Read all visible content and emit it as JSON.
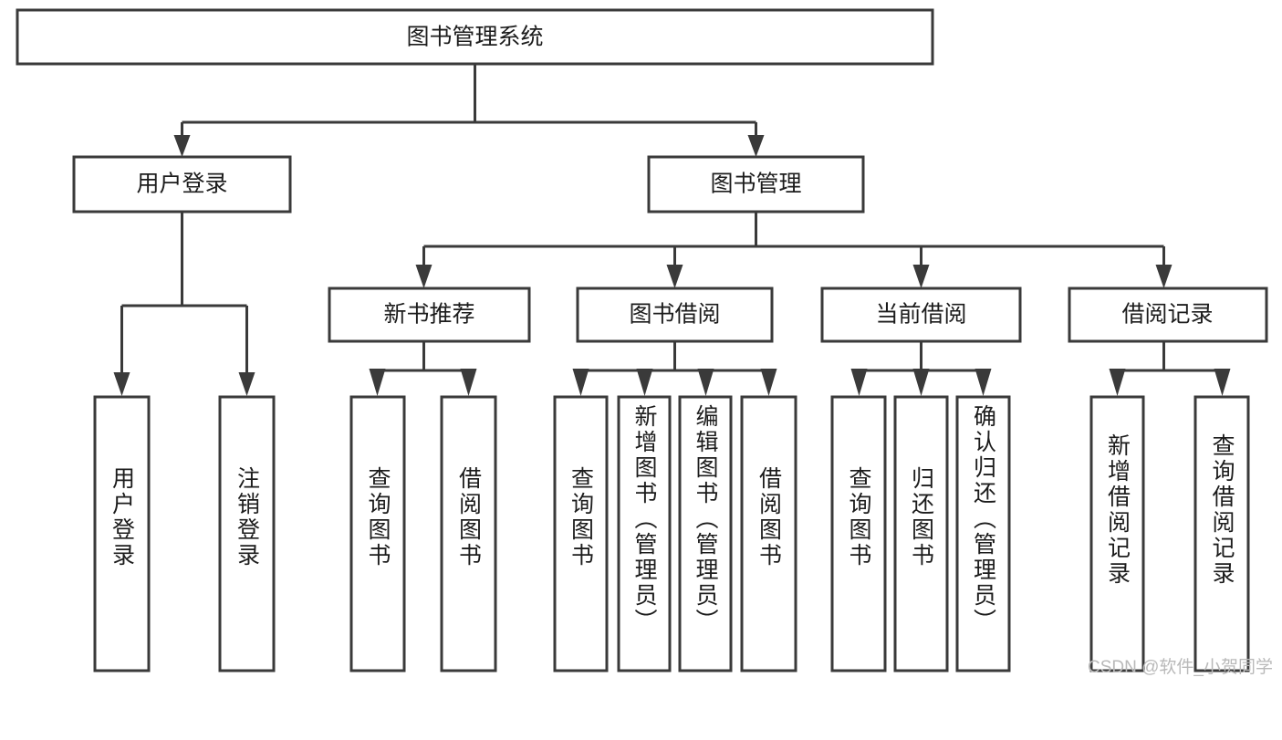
{
  "diagram": {
    "type": "tree",
    "title": "图书管理系统",
    "watermark": "CSDN @软件_小贺同学",
    "orientation": "top-down",
    "colors": {
      "stroke": "#3a3a3a",
      "fill": "#ffffff",
      "text": "#1c1c1c",
      "watermark": "#b9b9b9",
      "background": "#ffffff"
    },
    "nodes": {
      "root": {
        "label": "图书管理系统",
        "level": 1
      },
      "login": {
        "label": "用户登录",
        "level": 2
      },
      "book_mgmt": {
        "label": "图书管理",
        "level": 2
      },
      "new_book": {
        "label": "新书推荐",
        "level": 3
      },
      "borrow": {
        "label": "图书借阅",
        "level": 3
      },
      "current": {
        "label": "当前借阅",
        "level": 3
      },
      "record": {
        "label": "借阅记录",
        "level": 3
      },
      "leaf_login_1": {
        "label": "用户登录",
        "level": 4
      },
      "leaf_login_2": {
        "label": "注销登录",
        "level": 4
      },
      "leaf_new_1": {
        "label": "查询图书",
        "level": 4
      },
      "leaf_new_2": {
        "label": "借阅图书",
        "level": 4
      },
      "leaf_borrow_1": {
        "label": "查询图书",
        "level": 4
      },
      "leaf_borrow_2": {
        "label": "新增图书（管理员）",
        "level": 4
      },
      "leaf_borrow_3": {
        "label": "编辑图书（管理员）",
        "level": 4
      },
      "leaf_borrow_4": {
        "label": "借阅图书",
        "level": 4
      },
      "leaf_current_1": {
        "label": "查询图书",
        "level": 4
      },
      "leaf_current_2": {
        "label": "归还图书",
        "level": 4
      },
      "leaf_current_3": {
        "label": "确认归还（管理员）",
        "level": 4
      },
      "leaf_record_1": {
        "label": "新增借阅记录",
        "level": 4
      },
      "leaf_record_2": {
        "label": "查询借阅记录",
        "level": 4
      }
    },
    "edges": [
      {
        "from": "root",
        "to": "login"
      },
      {
        "from": "root",
        "to": "book_mgmt"
      },
      {
        "from": "book_mgmt",
        "to": "new_book"
      },
      {
        "from": "book_mgmt",
        "to": "borrow"
      },
      {
        "from": "book_mgmt",
        "to": "current"
      },
      {
        "from": "book_mgmt",
        "to": "record"
      },
      {
        "from": "login",
        "to": "leaf_login_1"
      },
      {
        "from": "login",
        "to": "leaf_login_2"
      },
      {
        "from": "new_book",
        "to": "leaf_new_1"
      },
      {
        "from": "new_book",
        "to": "leaf_new_2"
      },
      {
        "from": "borrow",
        "to": "leaf_borrow_1"
      },
      {
        "from": "borrow",
        "to": "leaf_borrow_2"
      },
      {
        "from": "borrow",
        "to": "leaf_borrow_3"
      },
      {
        "from": "borrow",
        "to": "leaf_borrow_4"
      },
      {
        "from": "current",
        "to": "leaf_current_1"
      },
      {
        "from": "current",
        "to": "leaf_current_2"
      },
      {
        "from": "current",
        "to": "leaf_current_3"
      },
      {
        "from": "record",
        "to": "leaf_record_1"
      },
      {
        "from": "record",
        "to": "leaf_record_2"
      }
    ]
  }
}
